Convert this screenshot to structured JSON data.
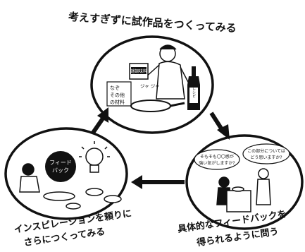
{
  "captions": {
    "top": "考えすぎずに試作品をつくってみる",
    "right_line1": "具体的なフィードバックを",
    "right_line2": "得られるように問う",
    "left_line1": "インスピレーションを頼りに",
    "left_line2": "さらにつくってみる"
  },
  "top_scene": {
    "sauce_label": "謎調味料",
    "sticky_note_line1": "なぞ",
    "sticky_note_line2": "その他",
    "sticky_note_line3": "の材料",
    "cook_sound": "ジャ ジャ",
    "bottle_label": "レシピ"
  },
  "right_scene": {
    "bubble_left_line1": "そもそも〇〇感が",
    "bubble_left_line2": "強い気がしますか?",
    "bubble_right_line1": "この部分については",
    "bubble_right_line2": "どう思いますか?"
  },
  "left_scene": {
    "feedback_bubble_line1": "フィード",
    "feedback_bubble_line2": "バック"
  },
  "colors": {
    "ink": "#111111",
    "paper": "#ffffff"
  }
}
